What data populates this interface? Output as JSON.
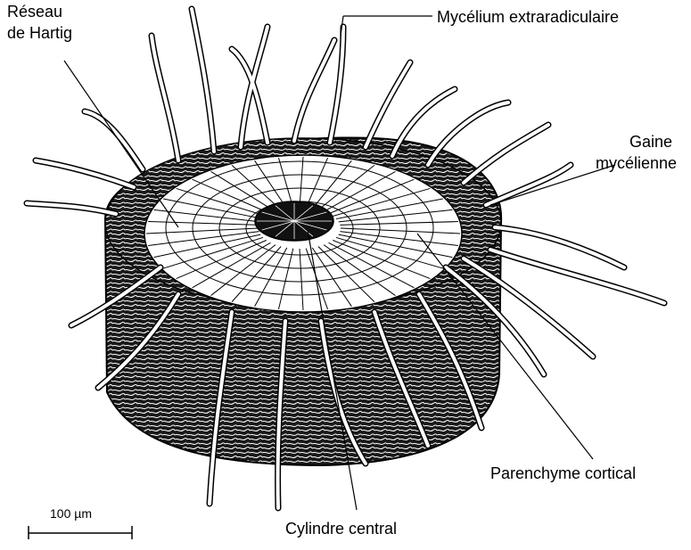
{
  "labels": {
    "hartig_line1": "Réseau",
    "hartig_line2": "de Hartig",
    "extraradical": "Mycélium extraradiculaire",
    "sheath_line1": "Gaine",
    "sheath_line2": "mycélienne",
    "cortical": "Parenchyme cortical",
    "stele": "Cylindre central"
  },
  "scale_bar": {
    "label": "100 µm"
  }
}
